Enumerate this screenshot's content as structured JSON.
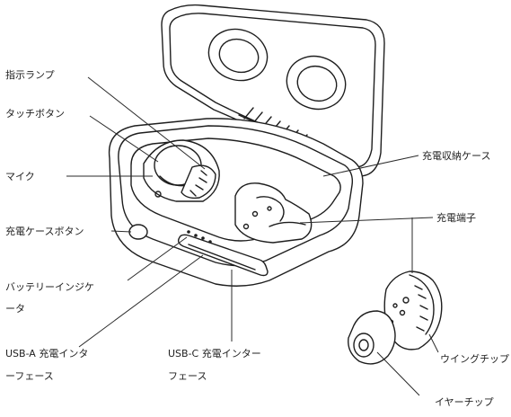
{
  "labels": {
    "indicator_lamp": "指示ランプ",
    "touch_button": "タッチボタン",
    "mic": "マイク",
    "charge_case_button": "充電ケースボタン",
    "battery_indicator_line1": "バッテリーインジケ",
    "battery_indicator_line2": "ータ",
    "usb_a_line1": "USB-A 充電インタ",
    "usb_a_line2": "ーフェース",
    "usb_c_line1": "USB-C 充電インター",
    "usb_c_line2": "フェース",
    "charging_case": "充電収納ケース",
    "charging_terminal": "充電端子",
    "wing_tip": "ウイングチップ",
    "ear_tip": "イヤーチップ"
  }
}
